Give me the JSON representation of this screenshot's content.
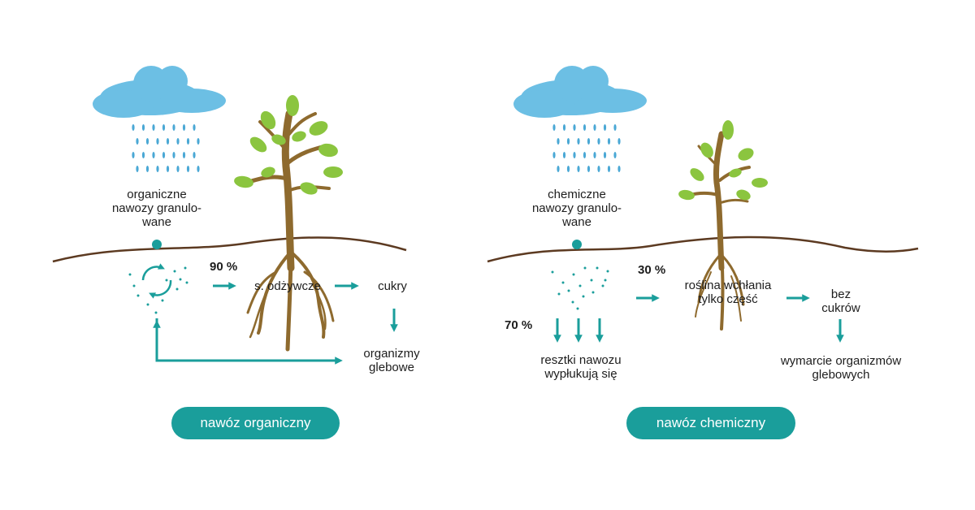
{
  "colors": {
    "teal": "#1a9e9b",
    "cloud": "#6cbfe4",
    "rain": "#4aa8d5",
    "soil": "#5c3a21",
    "trunk": "#8e6a2e",
    "leaf": "#8bc53f",
    "text": "#1d1d1d"
  },
  "organic": {
    "source_label": "organiczne\nnawozy granulo-\nwane",
    "percent_90": "90 %",
    "nutrients_label": "s. odżywcze",
    "sugars_label": "cukry",
    "organisms_label": "organizmy\nglebowe",
    "button_label": "nawóz organiczny",
    "icons": [
      "cloud-icon",
      "rain-icon",
      "tree-icon",
      "recycle-icon"
    ]
  },
  "chemical": {
    "source_label": "chemiczne\nnawozy granulo-\nwane",
    "percent_30": "30 %",
    "percent_70": "70 %",
    "plant_label": "roślina wchłania\ntylko część",
    "no_sugars_label": "bez\ncukrów",
    "residue_label": "resztki nawozu\nwypłukują się",
    "death_label": "wymarcie organizmów\nglebowych",
    "button_label": "nawóz chemiczny",
    "icons": [
      "cloud-icon",
      "rain-icon",
      "tree-icon"
    ]
  }
}
